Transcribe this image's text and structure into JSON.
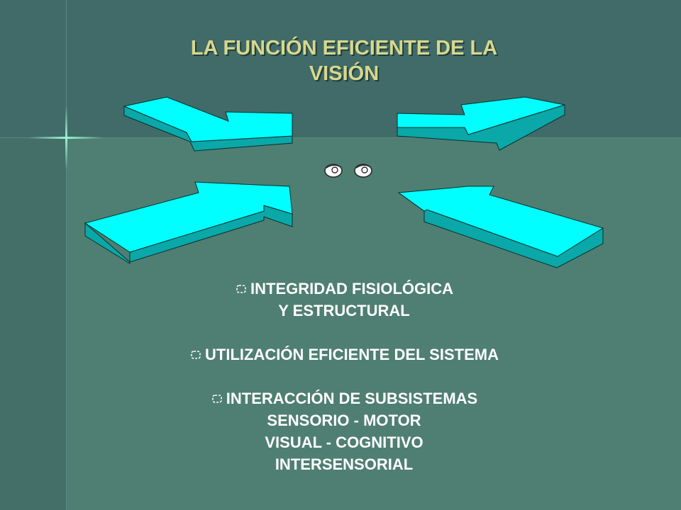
{
  "slide": {
    "title_line1": "LA FUNCIÓN EFICIENTE DE LA",
    "title_line2": "VISIÓN",
    "colors": {
      "title": "#d8d78e",
      "arrow_face": "#00ffff",
      "arrow_side": "#0aa8a8",
      "text": "#ffffff"
    },
    "eye_icons": [
      "eye-icon",
      "eye-icon"
    ],
    "items": [
      {
        "bullet": "bullet-icon",
        "lines": [
          "INTEGRIDAD FISIOLÓGICA",
          "Y ESTRUCTURAL"
        ]
      },
      {
        "bullet": "bullet-icon",
        "lines": [
          "UTILIZACIÓN EFICIENTE DEL SISTEMA"
        ]
      },
      {
        "bullet": "bullet-icon",
        "lines": [
          "INTERACCIÓN DE SUBSISTEMAS",
          "SENSORIO - MOTOR",
          "VISUAL - COGNITIVO",
          "INTERSENSORIAL"
        ]
      }
    ]
  }
}
